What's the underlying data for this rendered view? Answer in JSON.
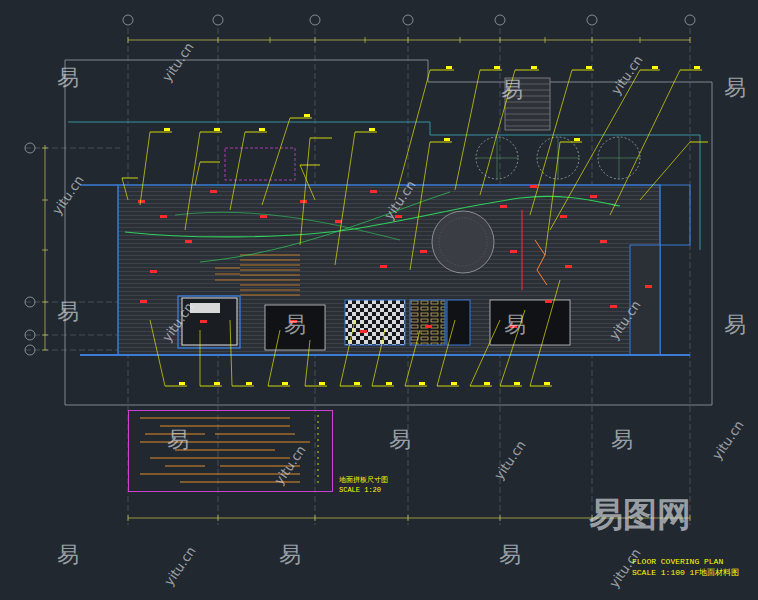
{
  "diagram": {
    "title": "FLOOR COVERING PLAN",
    "caption": "SCALE 1:100 1F地面材料图",
    "nodes": [
      {
        "text": [
          "地面拼板尺寸图",
          "SCALE 1:20"
        ]
      }
    ],
    "labels": [
      "yitu.cn",
      "yitu.cn",
      "易",
      "易",
      "易",
      "yitu.cn",
      "yitu.cn",
      "易",
      "yitu.cn",
      "yitu.cn",
      "易",
      "易",
      "易",
      "易",
      "易",
      "易",
      "yitu.cn",
      "yitu.cn",
      "yitu.cn",
      "易图网",
      "易",
      "易",
      "易",
      "yitu.cn",
      "yitu.cn"
    ]
  }
}
